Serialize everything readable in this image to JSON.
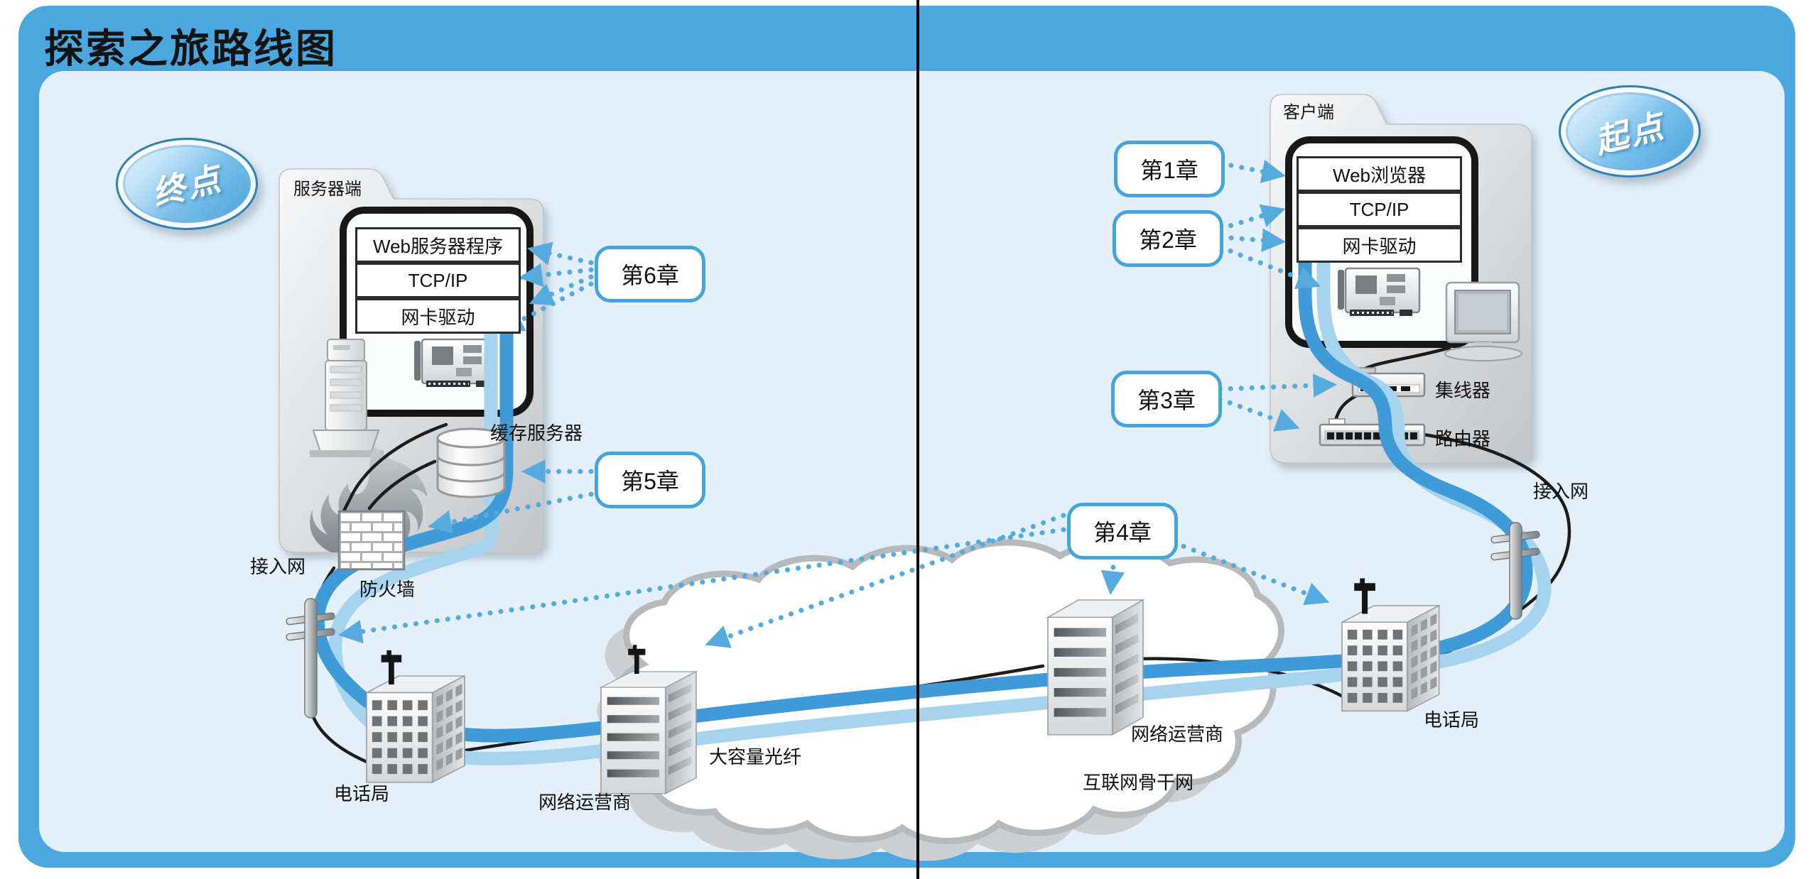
{
  "title": "探索之旅路线图",
  "badges": {
    "start": "起点",
    "end": "终点"
  },
  "server": {
    "label": "服务器端",
    "stack": [
      "Web服务器程序",
      "TCP/IP",
      "网卡驱动"
    ],
    "cache_label": "缓存服务器",
    "firewall_label": "防火墙",
    "access_label": "接入网",
    "phone_label": "电话局"
  },
  "client": {
    "label": "客户端",
    "stack": [
      "Web浏览器",
      "TCP/IP",
      "网卡驱动"
    ],
    "hub_label": "集线器",
    "router_label": "路由器",
    "access_label": "接入网",
    "phone_label": "电话局"
  },
  "chapters": {
    "ch1": "第1章",
    "ch2": "第2章",
    "ch3": "第3章",
    "ch4": "第4章",
    "ch5": "第5章",
    "ch6": "第6章"
  },
  "backbone": {
    "label": "互联网骨干网",
    "fiber_label": "大容量光纤",
    "operator_left_label": "网络运营商",
    "operator_right_label": "网络运营商"
  },
  "colors": {
    "frame": "#4ba7e0",
    "panel": "#e4f0f9",
    "route_request": "#3f9bd8",
    "route_response": "#a6d4ef",
    "dotted_arrow": "#55aade",
    "callout_border": "#45a4dc"
  }
}
